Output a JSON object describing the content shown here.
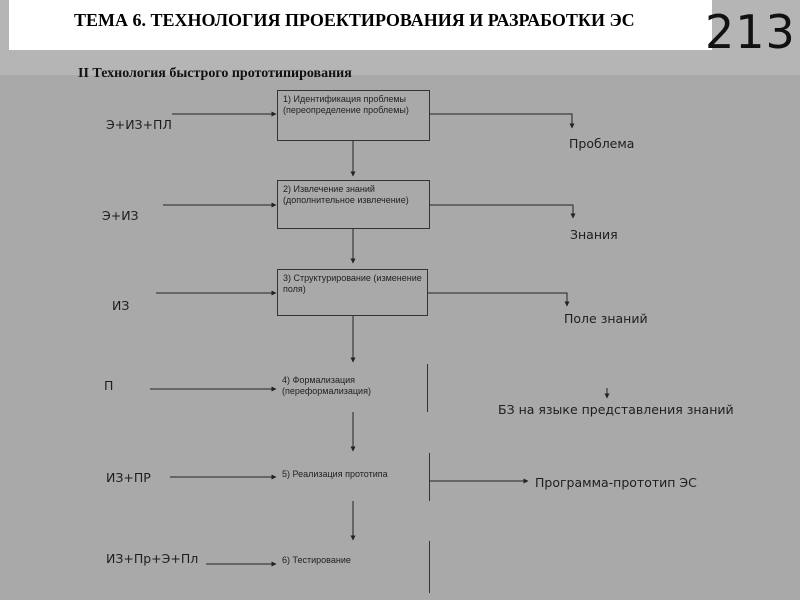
{
  "header": {
    "title": "ТЕМА 6. ТЕХНОЛОГИЯ ПРОЕКТИРОВАНИЯ И РАЗРАБОТКИ ЭС",
    "page_number": "213"
  },
  "subtitle": "II Технология быстрого прототипирования",
  "stages": [
    {
      "label": "1) Идентификация проблемы (переопределение проблемы)",
      "input": "Э+ИЗ+ПЛ",
      "output": "Проблема"
    },
    {
      "label": "2) Извлечение знаний (дополнительное извлечение)",
      "input": "Э+ИЗ",
      "output": "Знания"
    },
    {
      "label": "3) Структурирование (изменение поля)",
      "input": "ИЗ",
      "output": "Поле знаний"
    },
    {
      "label": "4) Формализация (переформализация)",
      "input": "П",
      "output": "БЗ на языке представления знаний"
    },
    {
      "label": "5) Реализация прототипа",
      "input": "ИЗ+ПР",
      "output": "Программа-прототип ЭС"
    },
    {
      "label": "6) Тестирование",
      "input": "ИЗ+Пр+Э+Пл",
      "output": ""
    }
  ]
}
